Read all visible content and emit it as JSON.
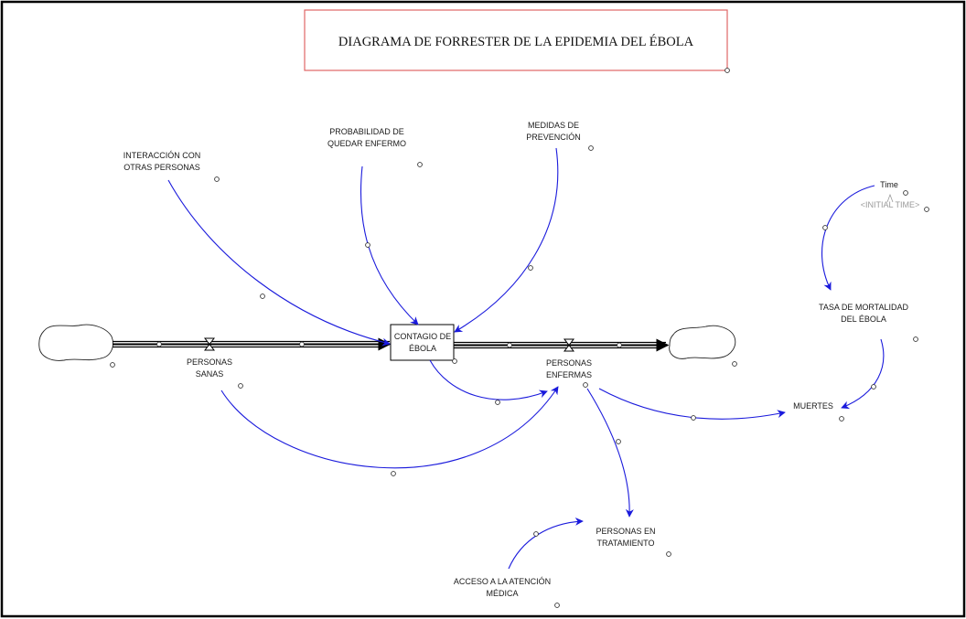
{
  "diagram": {
    "title": "DIAGRAMA DE FORRESTER DE LA EPIDEMIA DEL ÉBOLA",
    "stock": {
      "line1": "CONTAGIO DE",
      "line2": "ÉBOLA"
    },
    "flows": {
      "healthy": {
        "line1": "PERSONAS",
        "line2": "SANAS"
      },
      "sick": {
        "line1": "PERSONAS",
        "line2": "ENFERMAS"
      }
    },
    "variables": {
      "interaction": {
        "line1": "INTERACCIÓN CON",
        "line2": "OTRAS PERSONAS"
      },
      "probability": {
        "line1": "PROBABILIDAD DE",
        "line2": "QUEDAR ENFERMO"
      },
      "prevention": {
        "line1": "MEDIDAS DE",
        "line2": "PREVENCIÓN"
      },
      "time": {
        "line1": "Time",
        "shadow": "<INITIAL TIME>"
      },
      "mortality_rate": {
        "line1": "TASA DE MORTALIDAD",
        "line2": "DEL ÉBOLA"
      },
      "deaths": {
        "line1": "MUERTES"
      },
      "treatment": {
        "line1": "PERSONAS EN",
        "line2": "TRATAMIENTO"
      },
      "access": {
        "line1": "ACCESO A LA ATENCIÓN",
        "line2": "MÉDICA"
      }
    },
    "colors": {
      "link": "#1a1adc",
      "flow": "#000000",
      "title_border": "#e06666",
      "frame": "#000000",
      "shadow_var": "#9a9a9a"
    }
  }
}
